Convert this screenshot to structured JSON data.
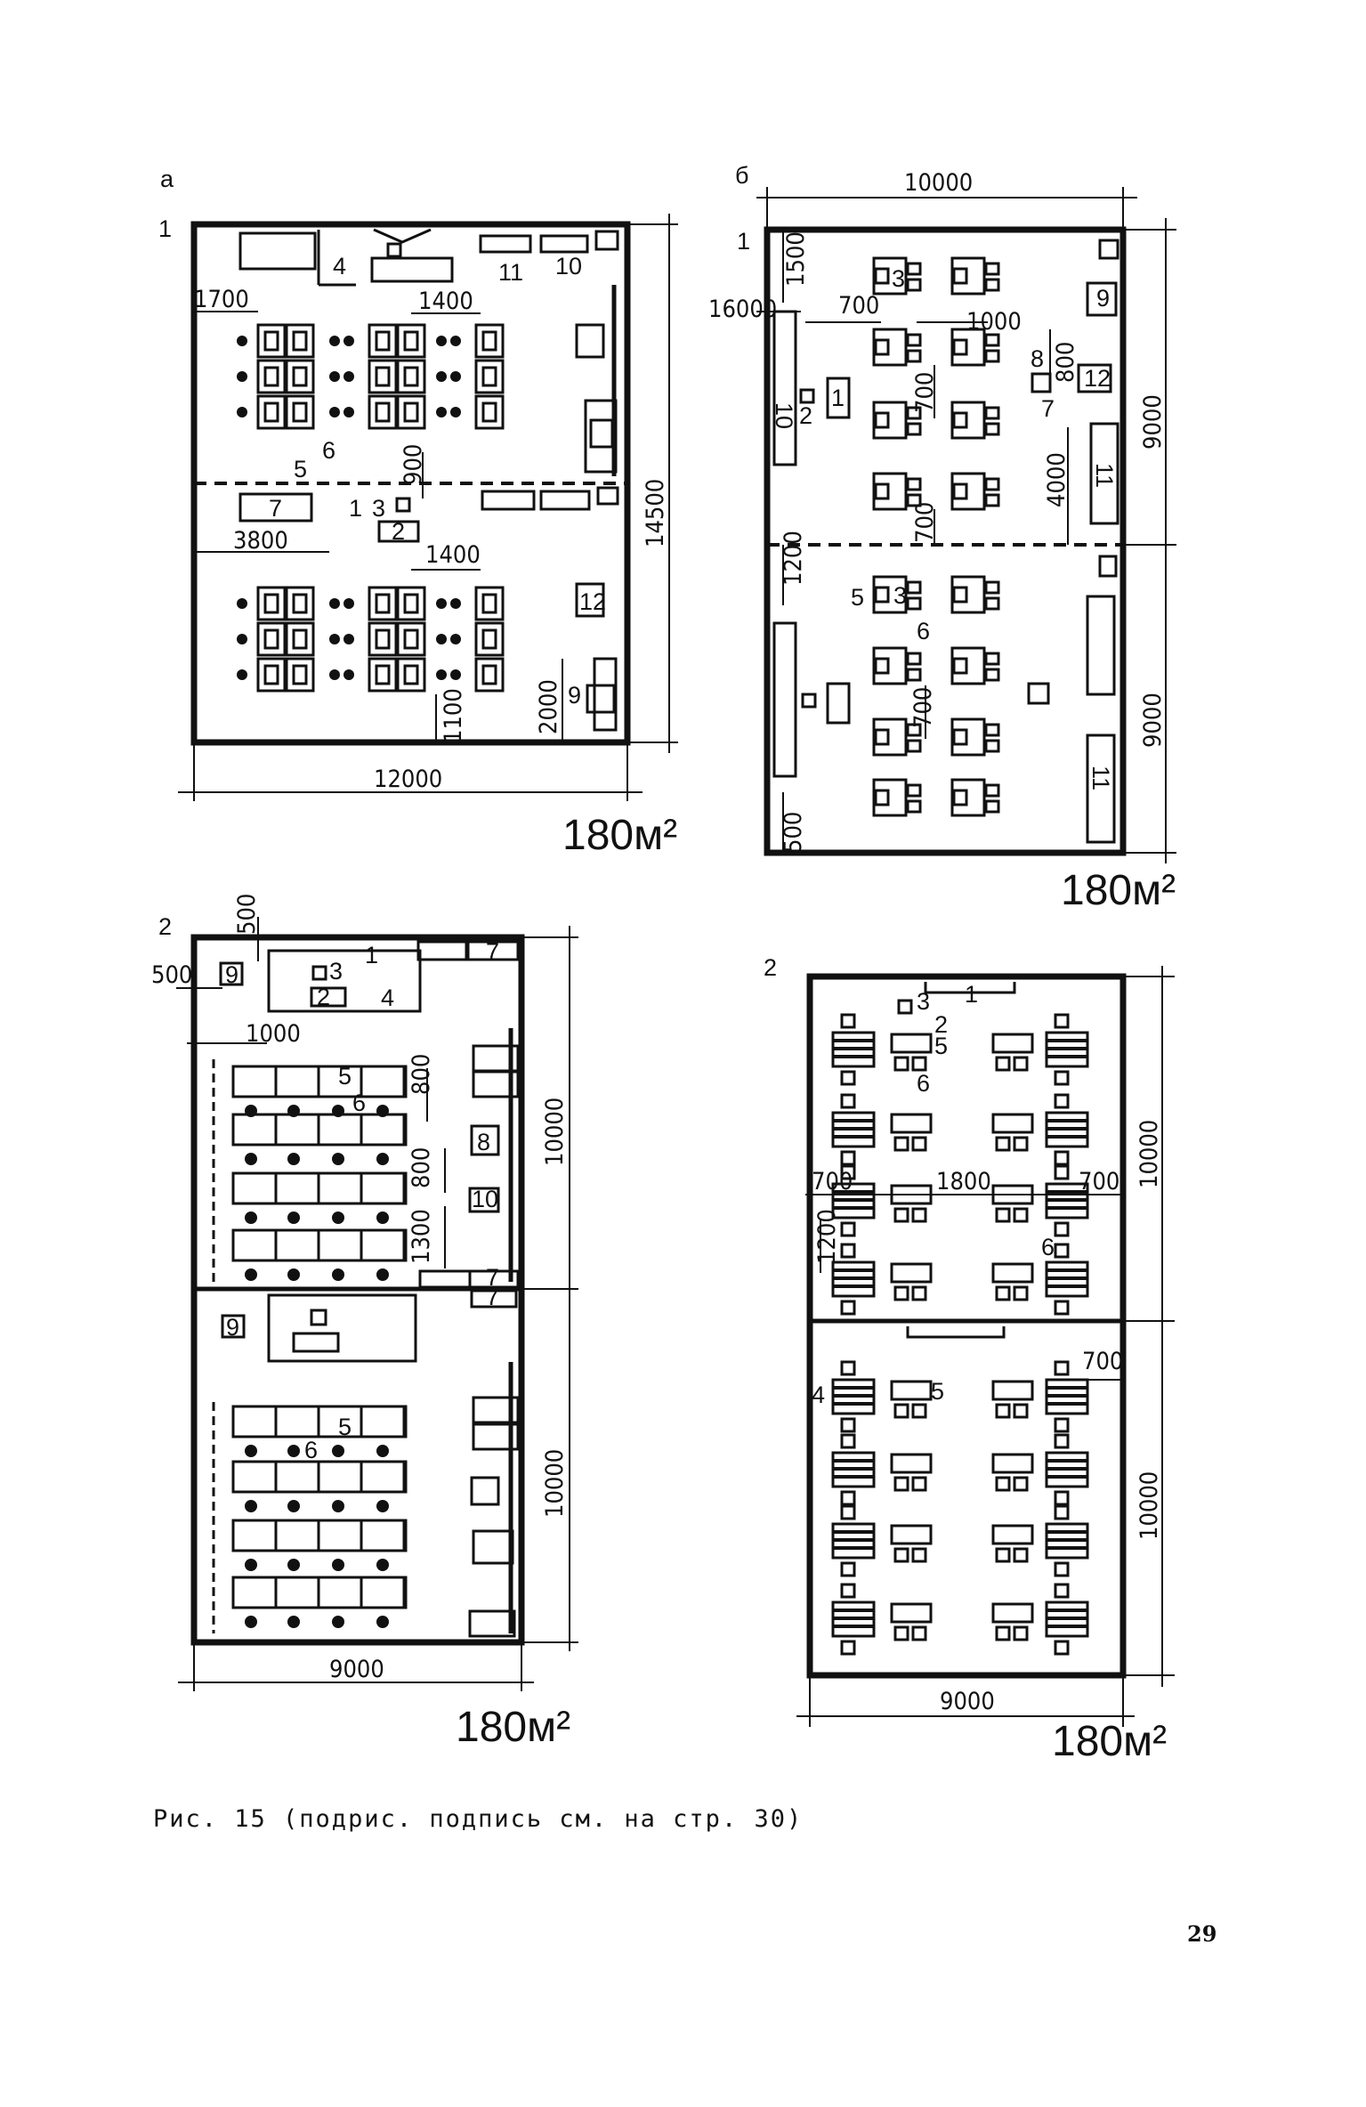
{
  "panels": {
    "a": {
      "letter": "а",
      "sub1": "1",
      "sub2": "2"
    },
    "b": {
      "letter": "б",
      "sub1": "1",
      "sub2": "2"
    }
  },
  "a1": {
    "dims": {
      "d1700": "1700",
      "d1400a": "1400",
      "d900": "900",
      "d3800": "3800",
      "d1400b": "1400",
      "d2000": "2000",
      "d1100": "1100",
      "d12000": "12000",
      "d14500": "14500"
    },
    "nums": {
      "n1": "1",
      "n2": "2",
      "n3": "3",
      "n4": "4",
      "n5": "5",
      "n6": "6",
      "n7": "7",
      "n9": "9",
      "n10": "10",
      "n11": "11",
      "n12": "12"
    },
    "area": "180м²"
  },
  "a2": {
    "dims": {
      "d500a": "500",
      "d500b": "500",
      "d1000": "1000",
      "d800a": "800",
      "d800b": "800",
      "d1300": "1300",
      "d10000a": "10000",
      "d10000b": "10000",
      "d9000": "9000"
    },
    "nums": {
      "n1": "1",
      "n2": "2",
      "n3": "3",
      "n4": "4",
      "n5a": "5",
      "n5b": "5",
      "n6a": "6",
      "n6b": "6",
      "n7a": "7",
      "n7b": "7",
      "n7c": "7",
      "n8": "8",
      "n9a": "9",
      "n9b": "9",
      "n10": "10"
    },
    "area": "180м²"
  },
  "b1": {
    "dims": {
      "d10000": "10000",
      "d1500": "1500",
      "d16000": "16000",
      "d700a": "700",
      "d1000": "1000",
      "d800": "800",
      "d700b": "700",
      "d4000": "4000",
      "d700c": "700",
      "d1200": "1200",
      "d700d": "700",
      "d500": "500",
      "d9000a": "9000",
      "d9000b": "9000"
    },
    "nums": {
      "n1": "1",
      "n2": "2",
      "n3a": "3",
      "n3b": "3",
      "n5": "5",
      "n6": "6",
      "n7": "7",
      "n8": "8",
      "n9": "9",
      "n10": "10",
      "n11a": "11",
      "n11b": "11",
      "n12": "12"
    },
    "area": "180м²"
  },
  "b2": {
    "dims": {
      "d700a": "700",
      "d1800": "1800",
      "d700b": "700",
      "d1200": "1200",
      "d700c": "700",
      "d10000a": "10000",
      "d10000b": "10000",
      "d9000": "9000"
    },
    "nums": {
      "n1": "1",
      "n2": "2",
      "n3": "3",
      "n4": "4",
      "n5a": "5",
      "n5b": "5",
      "n6a": "6",
      "n6b": "6"
    },
    "area": "180м²"
  },
  "caption": "Рис. 15  (подрис. подпись см. на стр. 30)",
  "page_number": "29"
}
